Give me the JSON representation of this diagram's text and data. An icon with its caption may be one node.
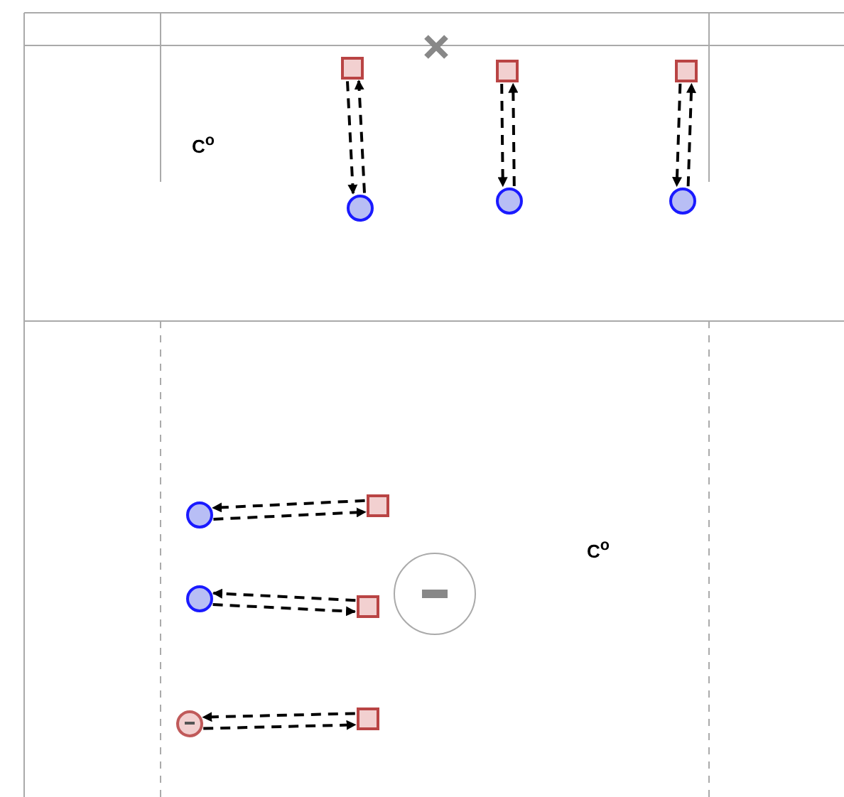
{
  "diagram": {
    "nodes": [
      {
        "text": [],
        "shape": "box"
      },
      {
        "text": [],
        "shape": "box"
      },
      {
        "text": [],
        "shape": "box"
      },
      {
        "text": [],
        "shape": "circle"
      },
      {
        "text": [],
        "shape": "circle"
      },
      {
        "text": [],
        "shape": "circle"
      },
      {
        "text": [],
        "shape": "circle"
      },
      {
        "text": [],
        "shape": "box"
      },
      {
        "text": [],
        "shape": "circle"
      },
      {
        "text": [],
        "shape": "box"
      },
      {
        "text": [],
        "shape": "circle"
      },
      {
        "text": [],
        "shape": "box"
      }
    ],
    "edges": [
      {
        "from": 0,
        "to": 3,
        "arrow": "to",
        "style": "dashed"
      },
      {
        "from": 3,
        "to": 0,
        "arrow": "to",
        "style": "dashed"
      },
      {
        "from": 1,
        "to": 4,
        "arrow": "to",
        "style": "dashed"
      },
      {
        "from": 4,
        "to": 1,
        "arrow": "to",
        "style": "dashed"
      },
      {
        "from": 2,
        "to": 5,
        "arrow": "to",
        "style": "dashed"
      },
      {
        "from": 5,
        "to": 2,
        "arrow": "to",
        "style": "dashed"
      },
      {
        "from": 6,
        "to": 7,
        "arrow": "to",
        "style": "dashed"
      },
      {
        "from": 7,
        "to": 6,
        "arrow": "to",
        "style": "dashed"
      },
      {
        "from": 8,
        "to": 9,
        "arrow": "to",
        "style": "dashed"
      },
      {
        "from": 9,
        "to": 8,
        "arrow": "to",
        "style": "dashed"
      },
      {
        "from": 10,
        "to": 11,
        "arrow": "to",
        "style": "dashed"
      },
      {
        "from": 11,
        "to": 10,
        "arrow": "to",
        "style": "dashed"
      }
    ],
    "labels": [
      "C$^{o}$",
      "C$^{o}$"
    ]
  }
}
